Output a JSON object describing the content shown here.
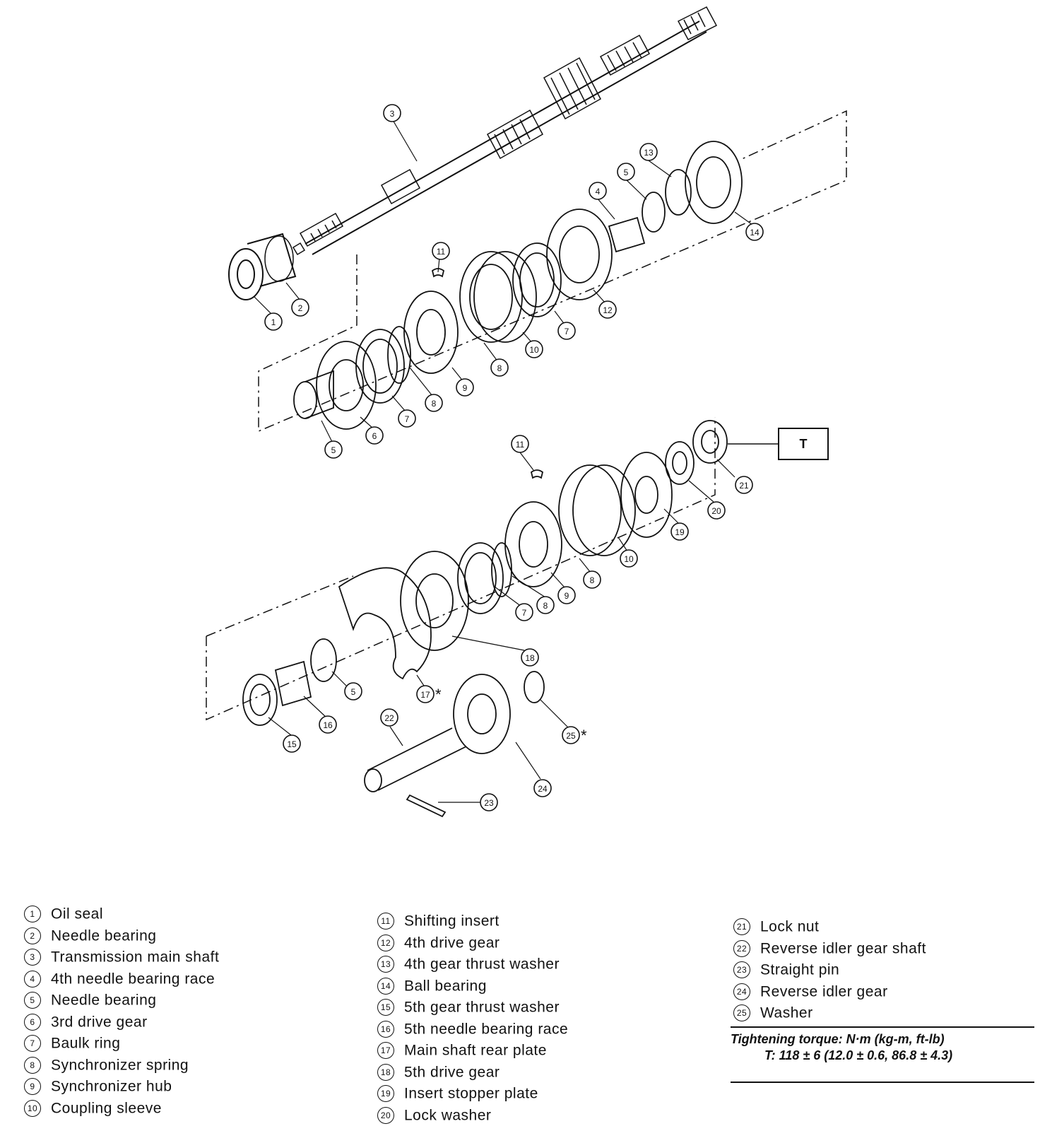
{
  "diagram": {
    "callout_marker_text": "T",
    "asterisk": "*"
  },
  "legend": {
    "column1": [
      {
        "num": "1",
        "label": "Oil seal"
      },
      {
        "num": "2",
        "label": "Needle bearing"
      },
      {
        "num": "3",
        "label": "Transmission main shaft"
      },
      {
        "num": "4",
        "label": "4th needle bearing race"
      },
      {
        "num": "5",
        "label": "Needle bearing"
      },
      {
        "num": "6",
        "label": "3rd drive gear"
      },
      {
        "num": "7",
        "label": "Baulk ring"
      },
      {
        "num": "8",
        "label": "Synchronizer spring"
      },
      {
        "num": "9",
        "label": "Synchronizer hub"
      },
      {
        "num": "10",
        "label": "Coupling sleeve"
      }
    ],
    "column2": [
      {
        "num": "11",
        "label": "Shifting insert"
      },
      {
        "num": "12",
        "label": "4th drive gear"
      },
      {
        "num": "13",
        "label": "4th gear thrust washer"
      },
      {
        "num": "14",
        "label": "Ball bearing"
      },
      {
        "num": "15",
        "label": "5th gear thrust washer"
      },
      {
        "num": "16",
        "label": "5th needle bearing race"
      },
      {
        "num": "17",
        "label": "Main shaft rear plate"
      },
      {
        "num": "18",
        "label": "5th drive gear"
      },
      {
        "num": "19",
        "label": "Insert stopper plate"
      },
      {
        "num": "20",
        "label": "Lock washer"
      }
    ],
    "column3": [
      {
        "num": "21",
        "label": "Lock nut"
      },
      {
        "num": "22",
        "label": "Reverse idler gear shaft"
      },
      {
        "num": "23",
        "label": "Straight pin"
      },
      {
        "num": "24",
        "label": "Reverse idler gear"
      },
      {
        "num": "25",
        "label": "Washer"
      }
    ]
  },
  "torque": {
    "heading": "Tightening torque: N·m (kg-m, ft-lb)",
    "value": "T: 118 ± 6 (12.0 ± 0.6, 86.8 ± 4.3)"
  }
}
